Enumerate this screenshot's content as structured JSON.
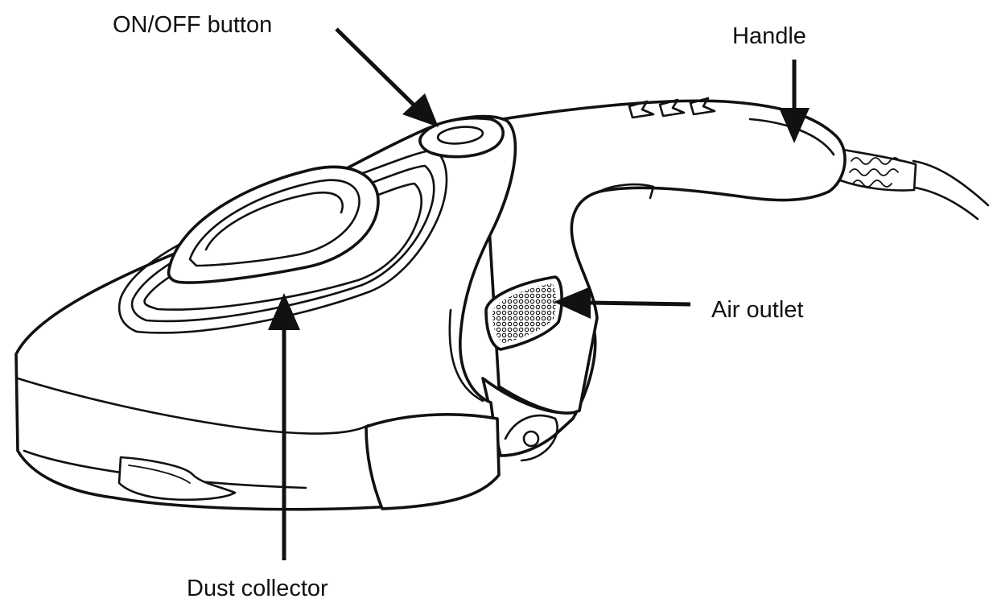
{
  "labels": {
    "on_off_button": "ON/OFF button",
    "handle": "Handle",
    "air_outlet": "Air outlet",
    "dust_collector": "Dust collector"
  },
  "colors": {
    "ink": "#111111",
    "background": "#ffffff"
  }
}
